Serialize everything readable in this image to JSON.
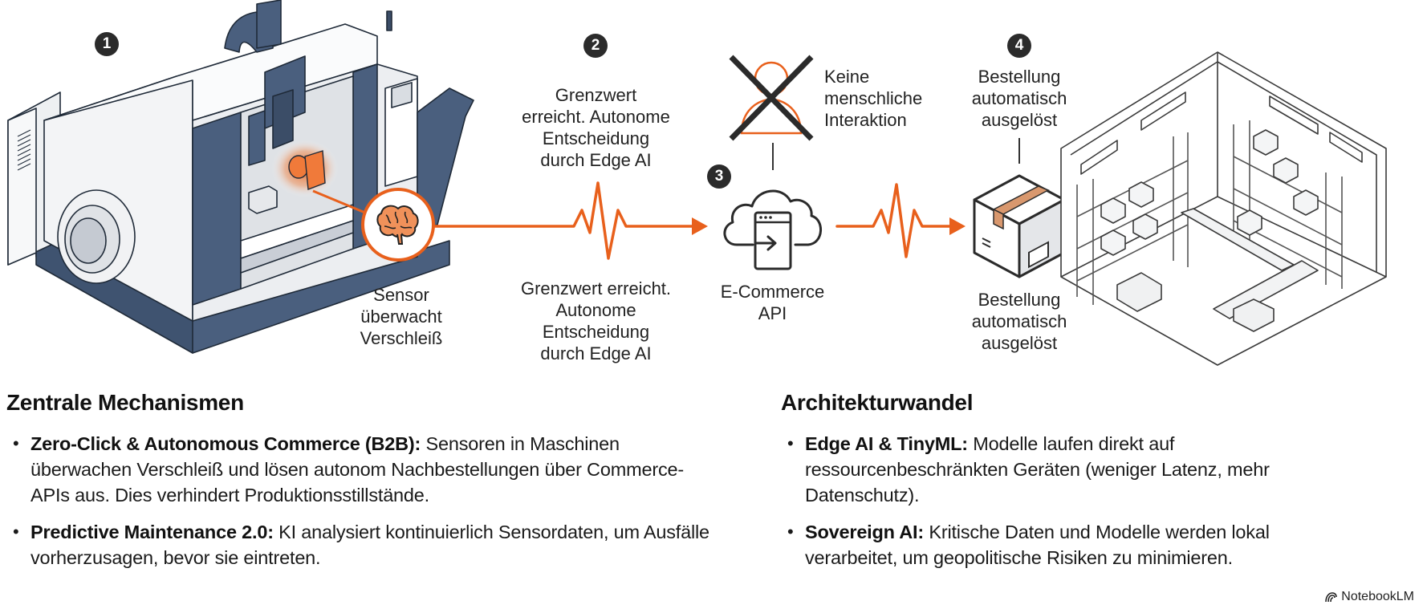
{
  "colors": {
    "accent_orange": "#E8601C",
    "machine_navy": "#4A5F7E",
    "badge_dark": "#2B2B2B",
    "box_tape": "#D9986E",
    "text": "#1F1F1F"
  },
  "diagram": {
    "steps": [
      {
        "number": "1",
        "icon": "cnc-machine-illustration",
        "label_lines": [
          "Sensor",
          "überwacht",
          "Verschleiß"
        ],
        "sub_icon": "brain-icon"
      },
      {
        "number": "2",
        "icon": "heartbeat-pulse-arrow",
        "top_label_lines": [
          "Grenzwert",
          "erreicht. Autonome",
          "Entscheidung",
          "durch Edge AI"
        ],
        "bottom_label_lines": [
          "Grenzwert erreicht.",
          "Autonome",
          "Entscheidung",
          "durch Edge AI"
        ]
      },
      {
        "number": "3",
        "icon": "cloud-api-icon",
        "label_lines": [
          "E-Commerce",
          "API"
        ],
        "callout_icon": "crossed-out-person-icon",
        "callout_lines": [
          "Keine",
          "menschliche",
          "Interaktion"
        ]
      },
      {
        "number": "4",
        "icon": "package-box-icon",
        "top_label_lines": [
          "Bestellung",
          "automatisch",
          "ausgelöst"
        ],
        "bottom_label_lines": [
          "Bestellung",
          "automatisch",
          "ausgelöst"
        ],
        "destination_icon": "warehouse-illustration"
      }
    ]
  },
  "sections": [
    {
      "title": "Zentrale Mechanismen",
      "items": [
        {
          "term": "Zero-Click & Autonomous Commerce (B2B):",
          "text": " Sensoren in Maschinen überwachen Verschleiß und lösen autonom Nachbestellungen über Commerce-APIs aus. Dies verhindert Produktionsstillstände."
        },
        {
          "term": "Predictive Maintenance 2.0:",
          "text": " KI analysiert kontinuierlich Sensordaten, um Ausfälle vorherzusagen, bevor sie eintreten."
        }
      ]
    },
    {
      "title": "Architekturwandel",
      "items": [
        {
          "term": "Edge AI & TinyML:",
          "text": " Modelle laufen direkt auf ressourcenbeschränkten Geräten (weniger Latenz, mehr Datenschutz)."
        },
        {
          "term": "Sovereign AI:",
          "text": " Kritische Daten und Modelle werden lokal verarbeitet, um geopolitische Risiken zu minimieren."
        }
      ]
    }
  ],
  "footer": {
    "brand": "NotebookLM",
    "brand_icon": "notebooklm-logo-icon"
  }
}
